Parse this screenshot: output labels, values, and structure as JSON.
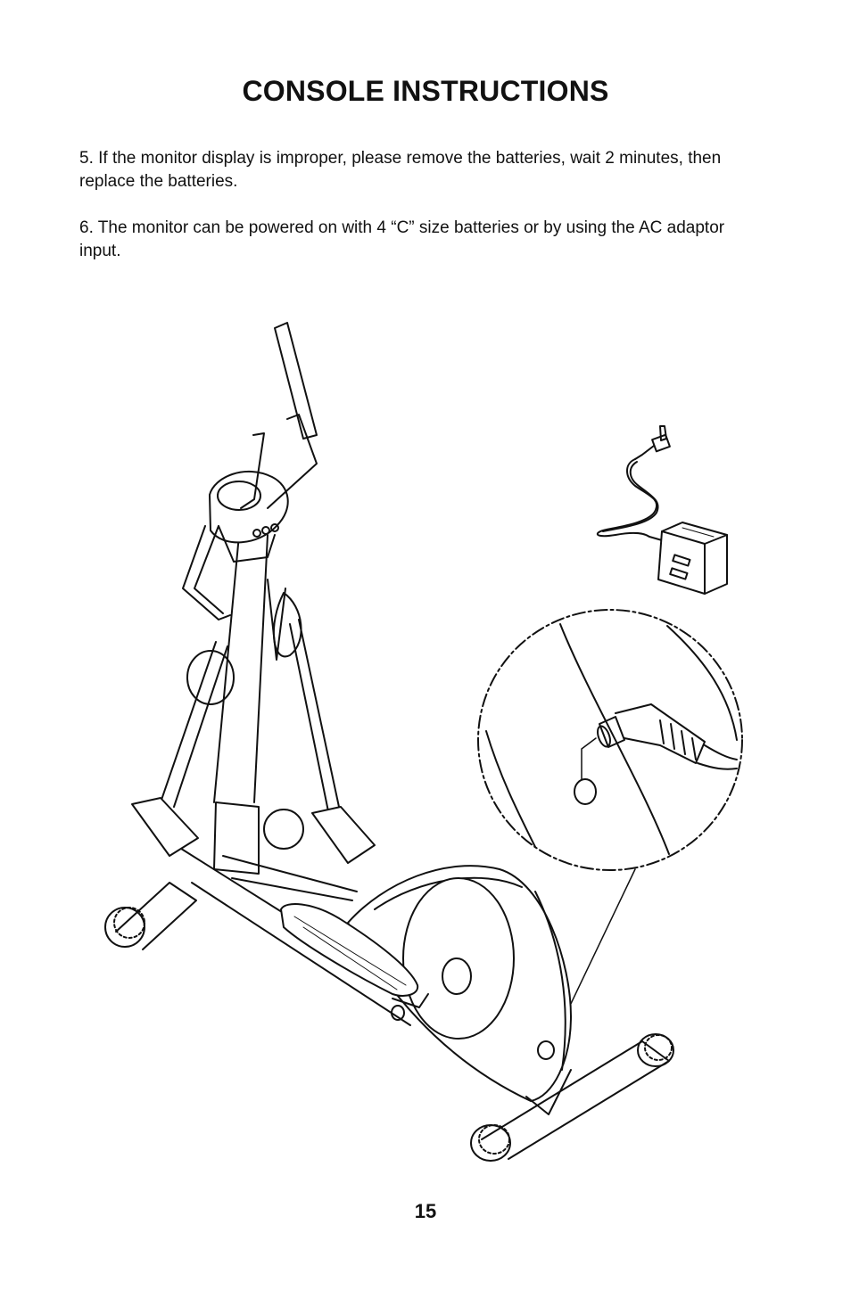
{
  "page": {
    "title": "CONSOLE INSTRUCTIONS",
    "paragraphs": [
      "5. If the monitor display is improper, please remove the batteries, wait 2 minutes, then replace the batteries.",
      "6. The monitor can be powered on with 4 “C” size batteries or by using the AC adaptor input."
    ],
    "page_number": "15"
  },
  "figure": {
    "illustrations": [
      "elliptical-trainer",
      "ac-adaptor",
      "power-jack-detail"
    ],
    "line_color": "#111111"
  }
}
